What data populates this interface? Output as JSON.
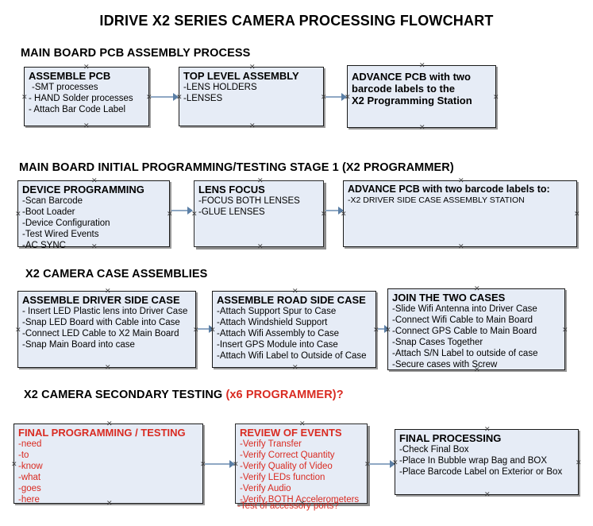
{
  "document": {
    "title": "IDRIVE X2  SERIES CAMERA PROCESSING FLOWCHART"
  },
  "colors": {
    "box_fill": "#e6ecf6",
    "box_border": "#1a1a1a",
    "connector": "#8fa8c4",
    "accent_red": "#d92b22",
    "text": "#000000"
  },
  "sections": [
    {
      "heading": "MAIN BOARD PCB ASSEMBLY PROCESS",
      "heading_accent": "",
      "boxes": [
        {
          "title": "ASSEMBLE PCB",
          "lines": [
            "-SMT processes",
            "- HAND Solder processes",
            "- Attach Bar Code Label"
          ]
        },
        {
          "title": "TOP LEVEL ASSEMBLY",
          "lines": [
            "-LENS HOLDERS",
            "-LENSES"
          ]
        },
        {
          "title": "ADVANCE PCB with two",
          "lines": [
            "barcode labels to the",
            " X2 Programming Station"
          ]
        }
      ]
    },
    {
      "heading": "MAIN BOARD INITIAL PROGRAMMING/TESTING STAGE 1 (X2 PROGRAMMER)",
      "heading_accent": "",
      "boxes": [
        {
          "title": "DEVICE PROGRAMMING",
          "lines": [
            "-Scan Barcode",
            "-Boot Loader",
            "-Device Configuration",
            "-Test Wired Events",
            "-AC SYNC"
          ]
        },
        {
          "title": "LENS FOCUS",
          "lines": [
            "-FOCUS BOTH LENSES",
            "-GLUE LENSES"
          ]
        },
        {
          "title": "ADVANCE PCB with two barcode labels to:",
          "lines": [
            "-X2 DRIVER  SIDE  CASE  ASSEMBLY STATION"
          ]
        }
      ]
    },
    {
      "heading": "X2 CAMERA CASE ASSEMBLIES",
      "heading_accent": "",
      "boxes": [
        {
          "title": "ASSEMBLE DRIVER SIDE CASE",
          "lines": [
            "- Insert LED Plastic lens into Driver Case",
            "-Snap LED Board with Cable into Case",
            "-Connect LED Cable to X2 Main Board",
            "-Snap Main Board into case"
          ]
        },
        {
          "title": "ASSEMBLE ROAD SIDE CASE",
          "lines": [
            "-Attach Support Spur to Case",
            "-Attach Windshield Support",
            "-Attach Wifi Assembly to Case",
            "-Insert GPS Module into Case",
            "-Attach Wifi Label to Outside of Case"
          ]
        },
        {
          "title": "JOIN THE TWO CASES",
          "lines": [
            "-Slide Wifi Antenna into Driver Case",
            "-Connect Wifi Cable to Main Board",
            "-Connect GPS Cable to Main Board",
            "-Snap Cases Together",
            "-Attach S/N Label to outside of case",
            "-Secure cases with Screw"
          ]
        }
      ]
    },
    {
      "heading": "X2 CAMERA SECONDARY TESTING ",
      "heading_accent": "(x6 PROGRAMMER)?",
      "boxes": [
        {
          "title": "FINAL PROGRAMMING / TESTING",
          "lines": [
            "-need",
            "-to",
            "-know",
            "-what",
            "-goes",
            "-here"
          ]
        },
        {
          "title": "REVIEW OF EVENTS",
          "lines": [
            "-Verify Transfer",
            "-Verify Correct Quantity",
            "-Verify Quality of Video",
            "-Verify LEDs function",
            "-Verify Audio",
            "-Verify BOTH Accelerometers"
          ],
          "overflow_line": "-Test of accessory ports?"
        },
        {
          "title": "FINAL PROCESSING",
          "lines": [
            " -Check Final Box",
            "-Place In Bubble wrap Bag and BOX",
            "-Place Barcode Label on Exterior or Box"
          ]
        }
      ]
    }
  ]
}
